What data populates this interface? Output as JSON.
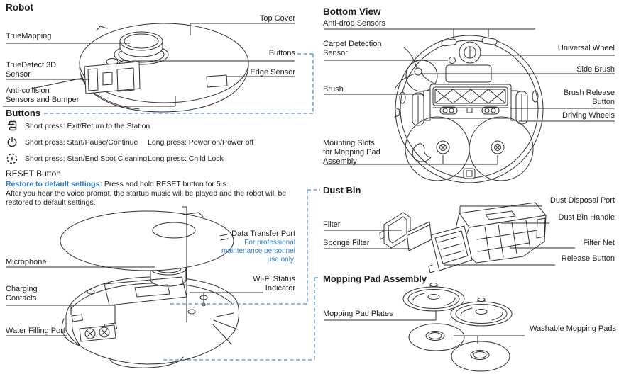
{
  "colors": {
    "accent_blue": "#2b7cc4",
    "dashed_blue": "#4b8fd4",
    "text": "#1c1c1c",
    "line_art": "#2f2f2f"
  },
  "robot_section": {
    "heading": "Robot",
    "labels": {
      "top_cover": "Top Cover",
      "truemapping": "TrueMapping",
      "buttons": "Buttons",
      "truedetect_l1": "TrueDetect 3D",
      "truedetect_l2": "Sensor",
      "edge_sensor": "Edge Sensor",
      "anti_collision_l1": "Anti-collision",
      "anti_collision_l2": "Sensors and Bumper"
    }
  },
  "buttons_section": {
    "heading": "Buttons",
    "rows": [
      {
        "icon": "return-to-station-icon",
        "short_press": "Short press: Exit/Return to the Station",
        "long_press": ""
      },
      {
        "icon": "power-icon",
        "short_press": "Short press: Start/Pause/Continue",
        "long_press": "Long press: Power on/Power off"
      },
      {
        "icon": "spot-cleaning-icon",
        "short_press": "Short press: Start/End Spot Cleaning",
        "long_press": "Long press: Child Lock"
      }
    ],
    "reset": {
      "heading": "RESET Button",
      "lead": "Restore to default settings:",
      "lead_rest": " Press and hold RESET button for 5 s.",
      "line2": "After you hear the voice prompt, the startup music will be played and the robot will be",
      "line3": "restored to default settings."
    }
  },
  "side_view_labels": {
    "data_transfer_port": "Data Transfer Port",
    "note_l1": "For professional",
    "note_l2": "maintenance personnel",
    "note_l3": "use only.",
    "microphone": "Microphone",
    "wifi_l1": "Wi-Fi Status",
    "wifi_l2": "Indicator",
    "charging_l1": "Charging",
    "charging_l2": "Contacts",
    "water_filling_port": "Water Filling Port"
  },
  "bottom_view_section": {
    "heading": "Bottom View",
    "labels": {
      "anti_drop": "Anti-drop Sensors",
      "carpet_l1": "Carpet Detection",
      "carpet_l2": "Sensor",
      "brush": "Brush",
      "mounting_l1": "Mounting Slots",
      "mounting_l2": "for Mopping Pad",
      "mounting_l3": "Assembly",
      "universal_wheel": "Universal Wheel",
      "side_brush": "Side Brush",
      "brush_release_l1": "Brush Release",
      "brush_release_l2": "Button",
      "driving_wheels": "Driving Wheels"
    }
  },
  "dust_bin_section": {
    "heading": "Dust Bin",
    "labels": {
      "filter": "Filter",
      "sponge_filter": "Sponge Filter",
      "dust_disposal_port": "Dust Disposal Port",
      "dust_bin_handle": "Dust Bin Handle",
      "filter_net": "Filter Net",
      "release_button": "Release Button"
    }
  },
  "mopping_section": {
    "heading": "Mopping Pad Assembly",
    "labels": {
      "plates": "Mopping Pad Plates",
      "pads": "Washable Mopping Pads"
    }
  }
}
